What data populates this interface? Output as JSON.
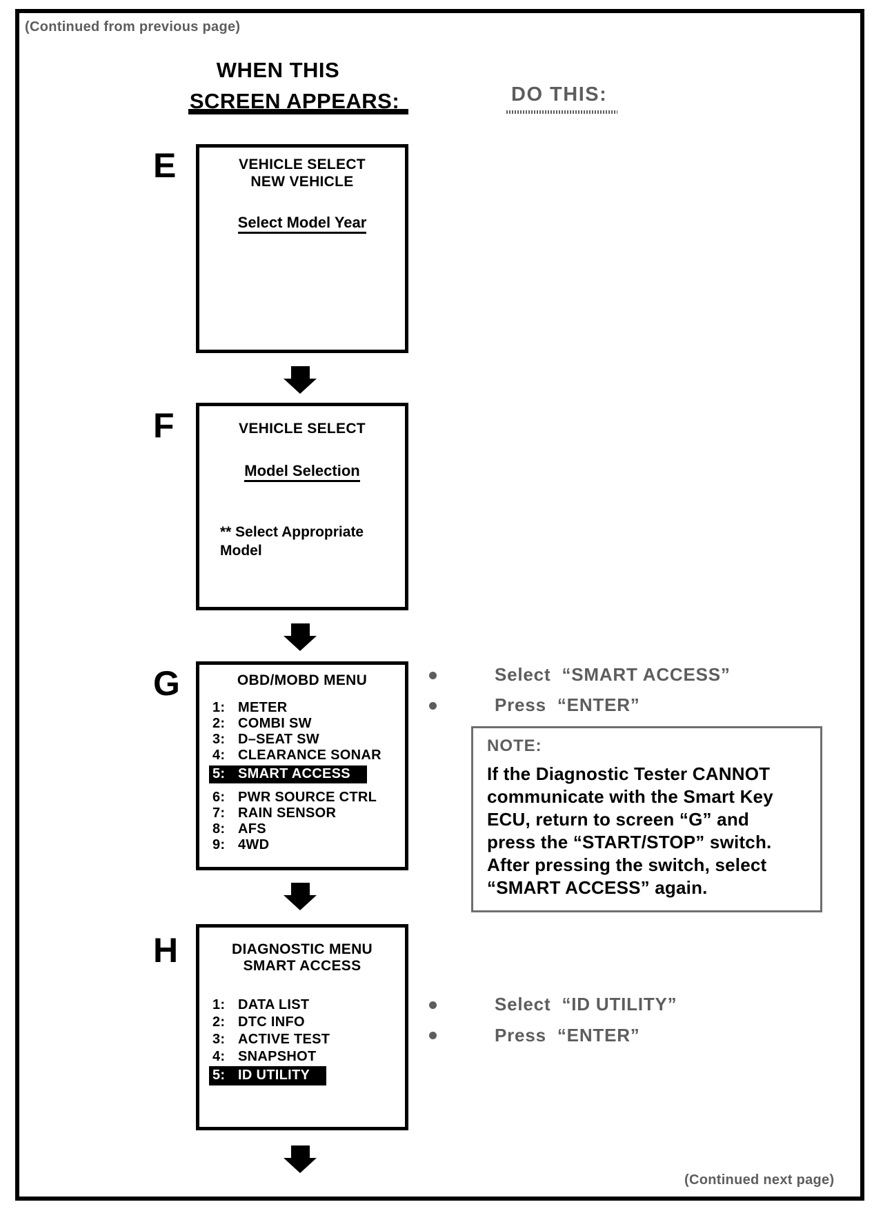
{
  "page": {
    "continued_from": "(Continued from previous page)",
    "continued_next": "(Continued next page)"
  },
  "columns": {
    "left_header_line1": "WHEN THIS",
    "left_header_line2": "SCREEN APPEARS:",
    "right_header": "DO THIS:"
  },
  "screens": {
    "e": {
      "label": "E",
      "title_line1": "VEHICLE SELECT",
      "title_line2": "NEW VEHICLE",
      "link": "Select Model Year"
    },
    "f": {
      "label": "F",
      "title_line1": "VEHICLE SELECT",
      "link": "Model Selection",
      "note": "** Select Appropriate\nModel"
    },
    "g": {
      "label": "G",
      "title": "OBD/MOBD MENU",
      "menu": [
        {
          "num": "1:",
          "label": "METER",
          "highlighted": false
        },
        {
          "num": "2:",
          "label": "COMBI SW",
          "highlighted": false
        },
        {
          "num": "3:",
          "label": "D–SEAT SW",
          "highlighted": false
        },
        {
          "num": "4:",
          "label": "CLEARANCE SONAR",
          "highlighted": false
        },
        {
          "num": "5:",
          "label": "SMART ACCESS",
          "highlighted": true
        },
        {
          "num": "6:",
          "label": "PWR SOURCE CTRL",
          "highlighted": false
        },
        {
          "num": "7:",
          "label": "RAIN SENSOR",
          "highlighted": false
        },
        {
          "num": "8:",
          "label": "AFS",
          "highlighted": false
        },
        {
          "num": "9:",
          "label": "4WD",
          "highlighted": false
        }
      ]
    },
    "h": {
      "label": "H",
      "title_line1": "DIAGNOSTIC MENU",
      "title_line2": "SMART ACCESS",
      "menu": [
        {
          "num": "1:",
          "label": "DATA LIST",
          "highlighted": false
        },
        {
          "num": "2:",
          "label": "DTC INFO",
          "highlighted": false
        },
        {
          "num": "3:",
          "label": "ACTIVE TEST",
          "highlighted": false
        },
        {
          "num": "4:",
          "label": "SNAPSHOT",
          "highlighted": false
        },
        {
          "num": "5:",
          "label": "ID UTILITY",
          "highlighted": true
        }
      ]
    }
  },
  "instructions": {
    "g1": "Select  “SMART ACCESS”",
    "g2": "Press  “ENTER”",
    "h1": "Select  “ID UTILITY”",
    "h2": "Press  “ENTER”"
  },
  "note": {
    "label": "NOTE:",
    "body": "If the Diagnostic Tester CANNOT\ncommunicate with the Smart Key\nECU, return to screen “G” and\npress the “START/STOP” switch.\nAfter pressing the switch, select\n“SMART ACCESS” again."
  },
  "colors": {
    "ink": "#000000",
    "halftone_gray": "#5d5d5d",
    "highlight_bg": "#000000",
    "highlight_fg": "#ffffff"
  }
}
